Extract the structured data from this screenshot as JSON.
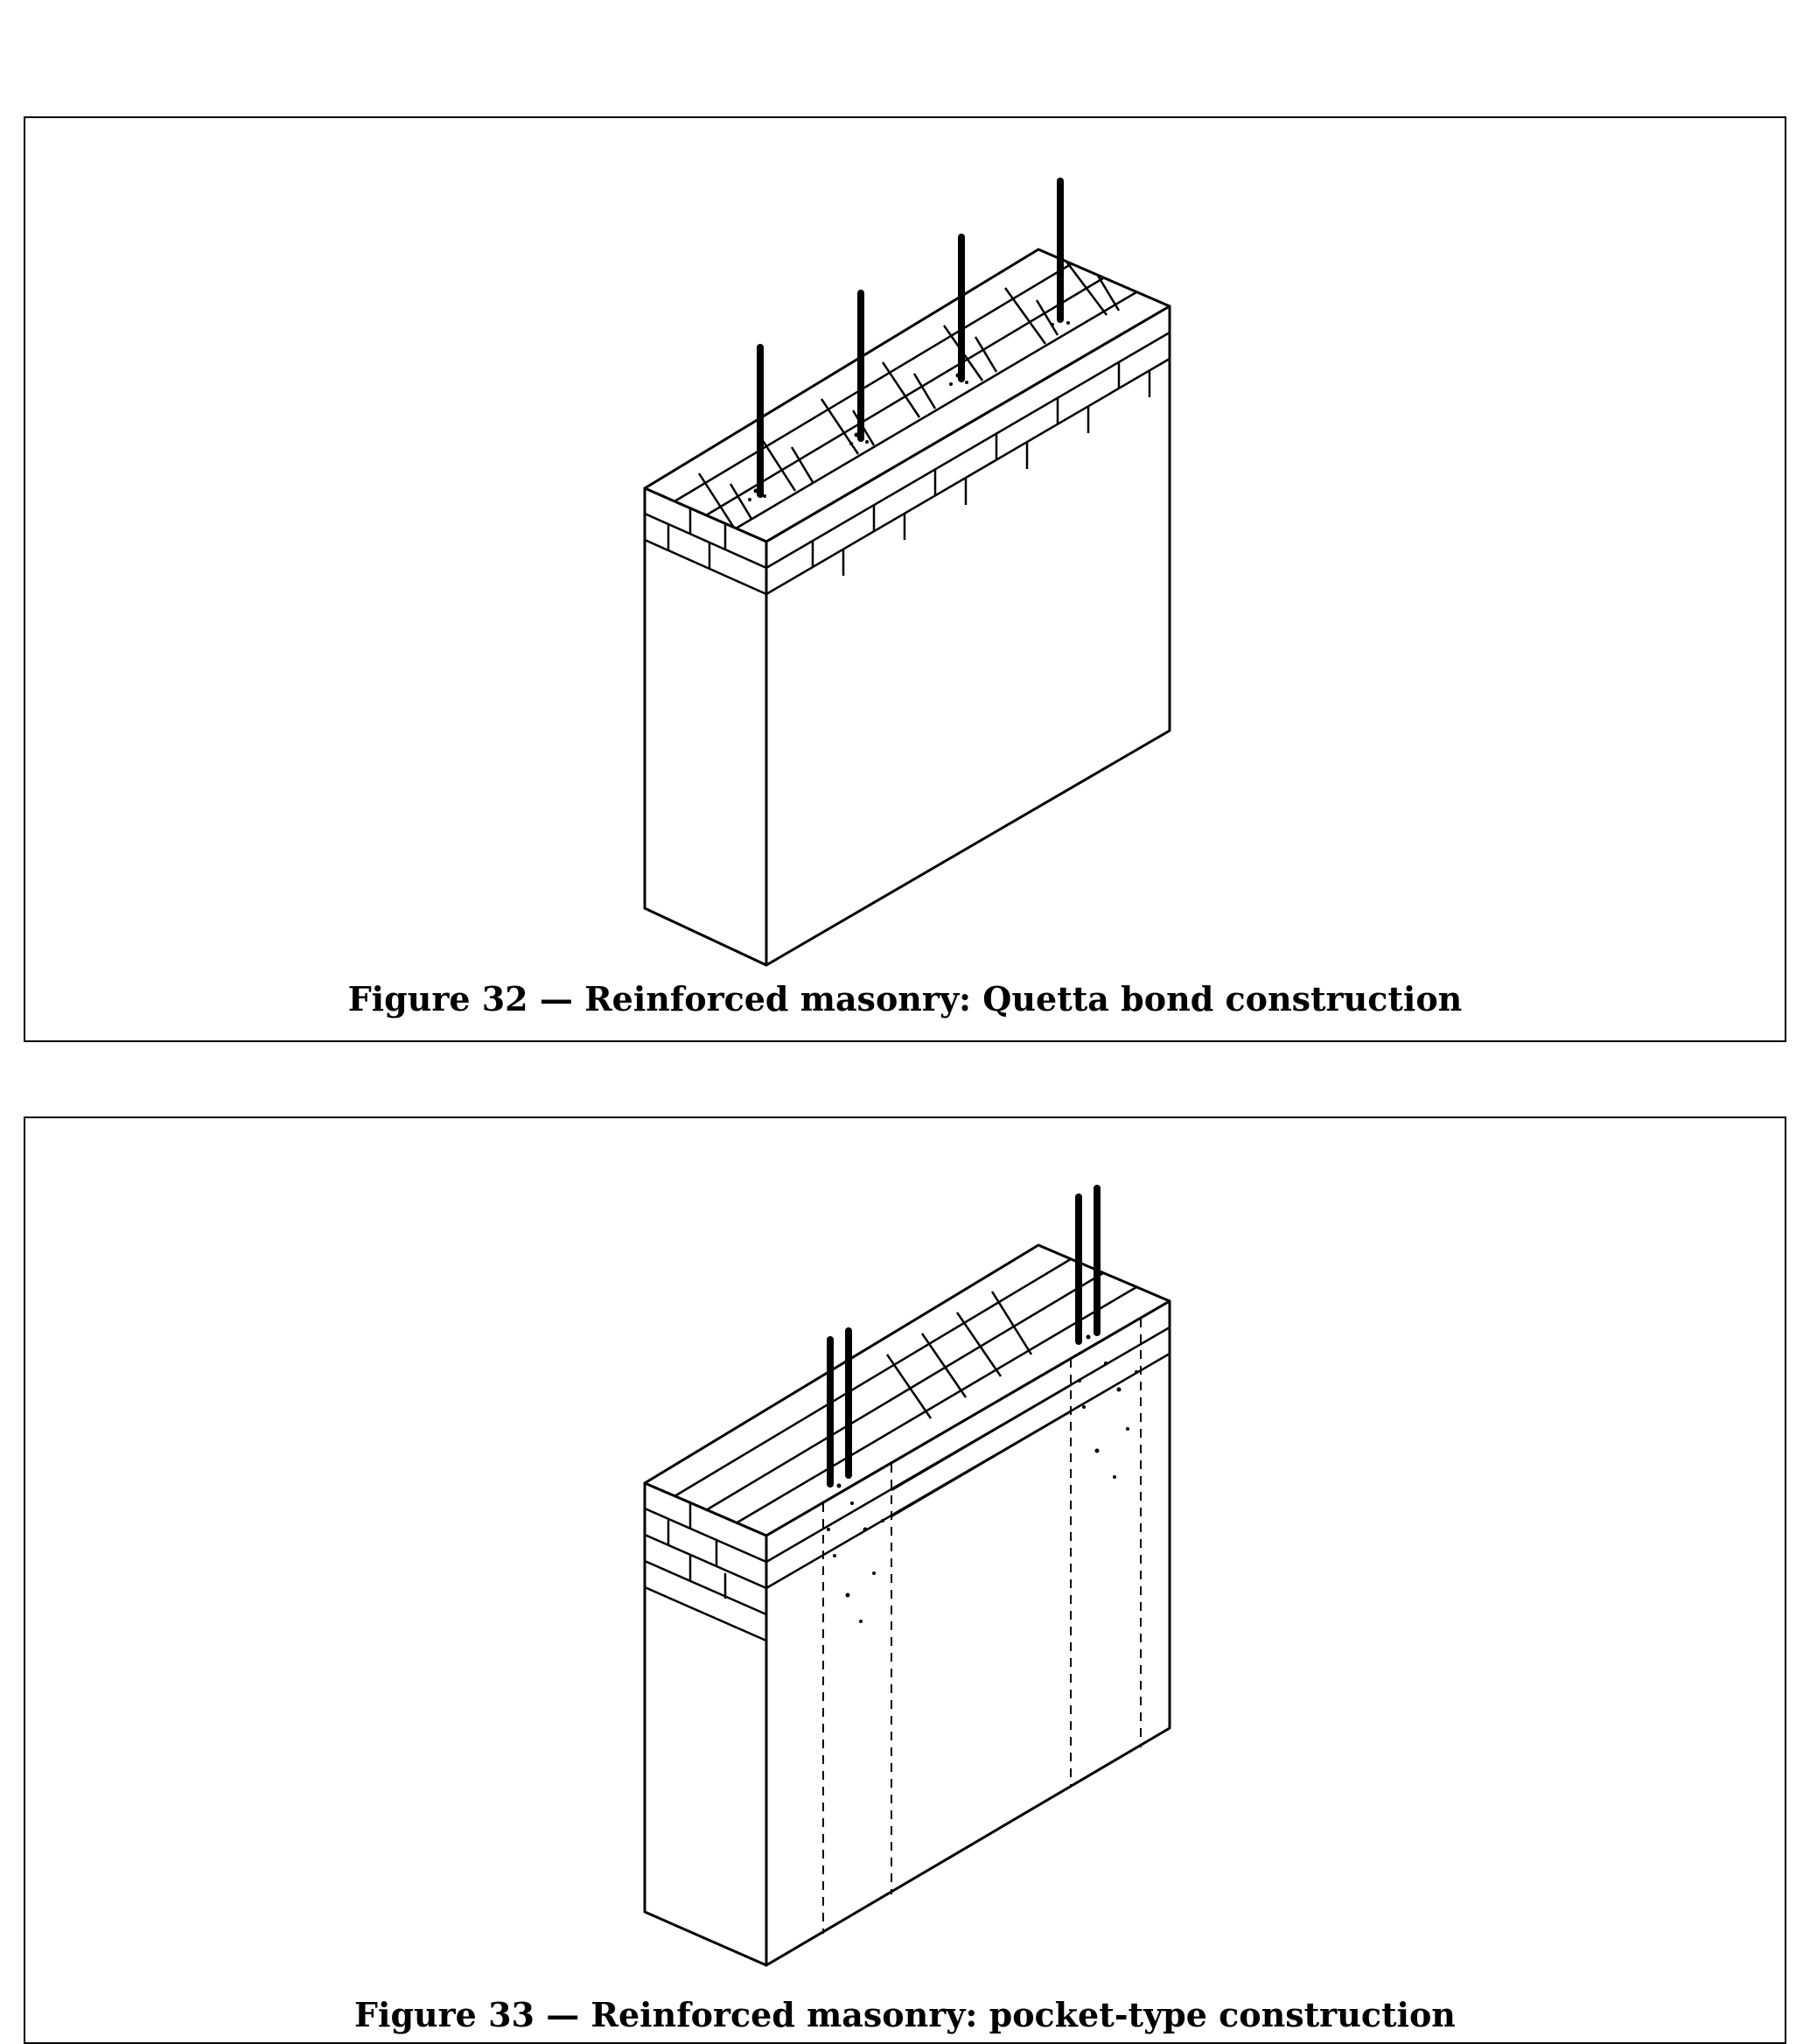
{
  "figures": [
    {
      "id": "fig32",
      "caption": "Figure 32 — Reinforced masonry: Quetta bond construction",
      "bar_count": 4,
      "type": "Quetta bond"
    },
    {
      "id": "fig33",
      "caption": "Figure 33 — Reinforced masonry: pocket-type construction",
      "bar_pairs": 2,
      "type": "pocket-type"
    }
  ],
  "colors": {
    "ink": "#000000",
    "paper": "#ffffff"
  },
  "icons": [
    "wall-illustration-quetta",
    "wall-illustration-pocket",
    "reinforcing-bar"
  ]
}
